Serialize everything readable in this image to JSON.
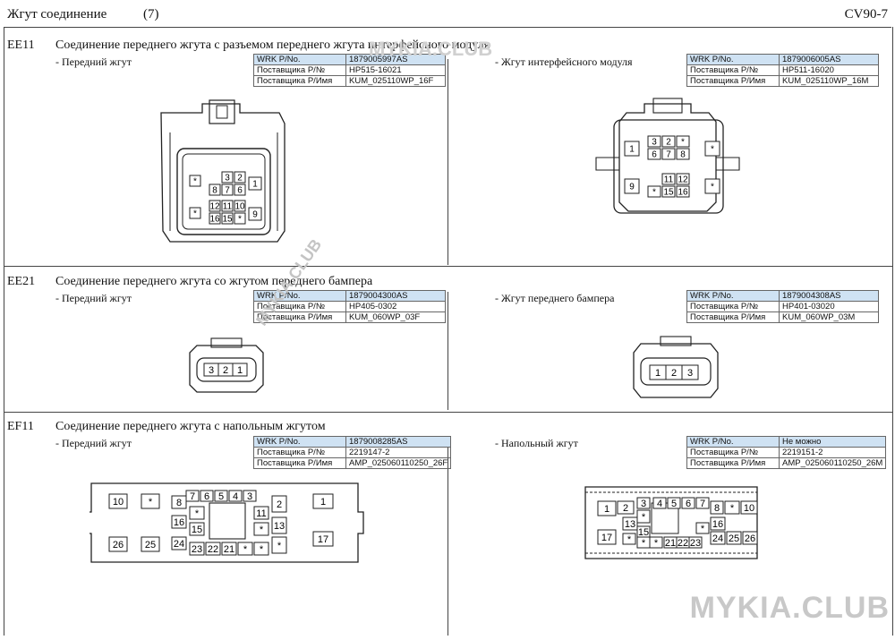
{
  "header": {
    "title": "Жгут соединение",
    "page_num": "(7)",
    "code": "CV90-7"
  },
  "sections": [
    {
      "code": "EE11",
      "title": "Соединение переднего жгута с разъемом переднего жгута интерфейсного модуля",
      "left": {
        "label": "- Передний жгут",
        "table": [
          [
            "WRK P/No.",
            "1879005997AS"
          ],
          [
            "Поставщика P/№",
            "HP515-16021"
          ],
          [
            "Поставщика P/Имя",
            "KUM_025110WP_16F"
          ]
        ]
      },
      "right": {
        "label": "- Жгут интерфейсного модуля",
        "table": [
          [
            "WRK P/No.",
            "1879006005AS"
          ],
          [
            "Поставщика P/№",
            "HP511-16020"
          ],
          [
            "Поставщика P/Имя",
            "KUM_025110WP_16M"
          ]
        ]
      }
    },
    {
      "code": "EE21",
      "title": "Соединение переднего жгута со жгутом переднего бампера",
      "left": {
        "label": "- Передний жгут",
        "table": [
          [
            "WRK P/No.",
            "1879004300AS"
          ],
          [
            "Поставщика P/№",
            "HP405-0302"
          ],
          [
            "Поставщика P/Имя",
            "KUM_060WP_03F"
          ]
        ]
      },
      "right": {
        "label": "- Жгут переднего бампера",
        "table": [
          [
            "WRK P/No.",
            "1879004308AS"
          ],
          [
            "Поставщика P/№",
            "HP401-03020"
          ],
          [
            "Поставщика P/Имя",
            "KUM_060WP_03M"
          ]
        ]
      }
    },
    {
      "code": "EF11",
      "title": "Соединение переднего жгута с напольным жгутом",
      "left": {
        "label": "- Передний жгут",
        "table": [
          [
            "WRK P/No.",
            "1879008285AS"
          ],
          [
            "Поставщика P/№",
            "2219147-2"
          ],
          [
            "Поставщика P/Имя",
            "AMP_025060110250_26F"
          ]
        ]
      },
      "right": {
        "label": "- Напольный жгут",
        "table": [
          [
            "WRK P/No.",
            "Не можно"
          ],
          [
            "Поставщика P/№",
            "2219151-2"
          ],
          [
            "Поставщика P/Имя",
            "AMP_025060110250_26M"
          ]
        ]
      }
    }
  ],
  "pins": {
    "ee11_f": [
      "*",
      "3",
      "2",
      "8",
      "7",
      "6",
      "1",
      "*",
      "12",
      "11",
      "10",
      "16",
      "15",
      "*",
      "9"
    ],
    "ee11_m": [
      "1",
      "3",
      "2",
      "*",
      "6",
      "7",
      "8",
      "*",
      "9",
      "11",
      "12",
      "*",
      "15",
      "16",
      "*"
    ],
    "ee21_f": [
      "3",
      "2",
      "1"
    ],
    "ee21_m": [
      "1",
      "2",
      "3"
    ],
    "ef11_f": [
      "10",
      "*",
      "8",
      "7",
      "6",
      "5",
      "4",
      "3",
      "2",
      "1",
      "16",
      "*",
      "11",
      "13",
      "15",
      "*",
      "24",
      "23",
      "22",
      "21",
      "*",
      "*",
      "*",
      "17",
      "26",
      "25"
    ],
    "ef11_m": [
      "1",
      "2",
      "3",
      "4",
      "5",
      "6",
      "7",
      "8",
      "*",
      "10",
      "13",
      "*",
      "16",
      "17",
      "*",
      "15",
      "*",
      "*",
      "21",
      "22",
      "23",
      "24",
      "25",
      "26",
      "*"
    ]
  },
  "watermarks": {
    "big": "MYKIA.CLUB",
    "top": "MYKIA.CLUB",
    "diag": "MYKIA.CLUB"
  }
}
